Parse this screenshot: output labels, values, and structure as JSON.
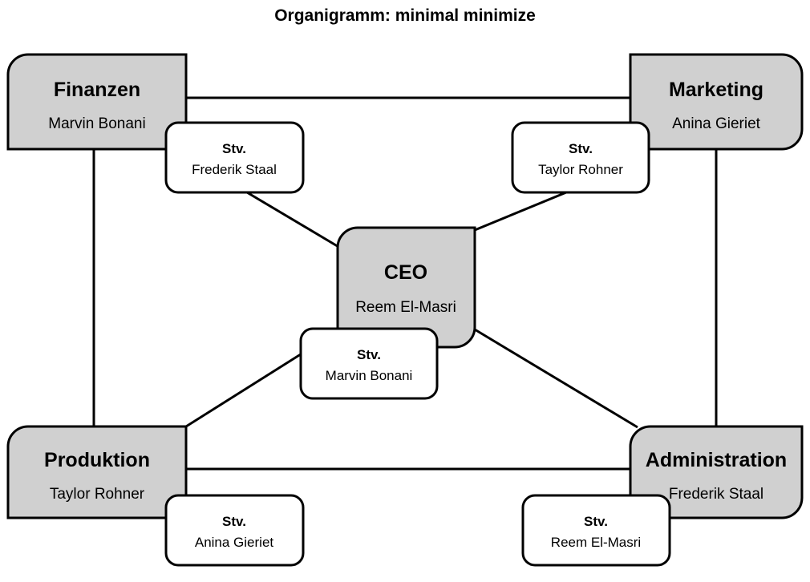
{
  "title": "Organigramm: minimal minimize",
  "colors": {
    "department_fill": "#d0d0d0",
    "deputy_fill": "#ffffff",
    "stroke": "#000000",
    "background": "#ffffff"
  },
  "labels": {
    "deputy_prefix": "Stv."
  },
  "nodes": {
    "ceo": {
      "role": "CEO",
      "person": "Reem El-Masri",
      "deputy_label": "Stv.",
      "deputy_person": "Marvin Bonani"
    },
    "finanzen": {
      "role": "Finanzen",
      "person": "Marvin Bonani",
      "deputy_label": "Stv.",
      "deputy_person": "Frederik Staal"
    },
    "marketing": {
      "role": "Marketing",
      "person": "Anina Gieriet",
      "deputy_label": "Stv.",
      "deputy_person": "Taylor Rohner"
    },
    "produktion": {
      "role": "Produktion",
      "person": "Taylor Rohner",
      "deputy_label": "Stv.",
      "deputy_person": "Anina Gieriet"
    },
    "administration": {
      "role": "Administration",
      "person": "Frederik Staal",
      "deputy_label": "Stv.",
      "deputy_person": "Reem El-Masri"
    }
  },
  "chart_data": {
    "type": "diagram",
    "diagram_type": "organigram",
    "title": "Organigramm: minimal minimize",
    "nodes": [
      {
        "id": "ceo",
        "role": "CEO",
        "person": "Reem El-Masri",
        "deputy": "Marvin Bonani",
        "level": "executive"
      },
      {
        "id": "finanzen",
        "role": "Finanzen",
        "person": "Marvin Bonani",
        "deputy": "Frederik Staal",
        "level": "department"
      },
      {
        "id": "marketing",
        "role": "Marketing",
        "person": "Anina Gieriet",
        "deputy": "Taylor Rohner",
        "level": "department"
      },
      {
        "id": "produktion",
        "role": "Produktion",
        "person": "Taylor Rohner",
        "deputy": "Anina Gieriet",
        "level": "department"
      },
      {
        "id": "administration",
        "role": "Administration",
        "person": "Frederik Staal",
        "deputy": "Reem El-Masri",
        "level": "department"
      }
    ],
    "edges": [
      {
        "from": "finanzen",
        "to": "marketing"
      },
      {
        "from": "finanzen",
        "to": "produktion"
      },
      {
        "from": "marketing",
        "to": "administration"
      },
      {
        "from": "produktion",
        "to": "administration"
      },
      {
        "from": "finanzen-deputy",
        "to": "ceo"
      },
      {
        "from": "marketing-deputy",
        "to": "ceo"
      },
      {
        "from": "produktion",
        "to": "ceo-deputy"
      },
      {
        "from": "ceo",
        "to": "administration"
      }
    ]
  }
}
